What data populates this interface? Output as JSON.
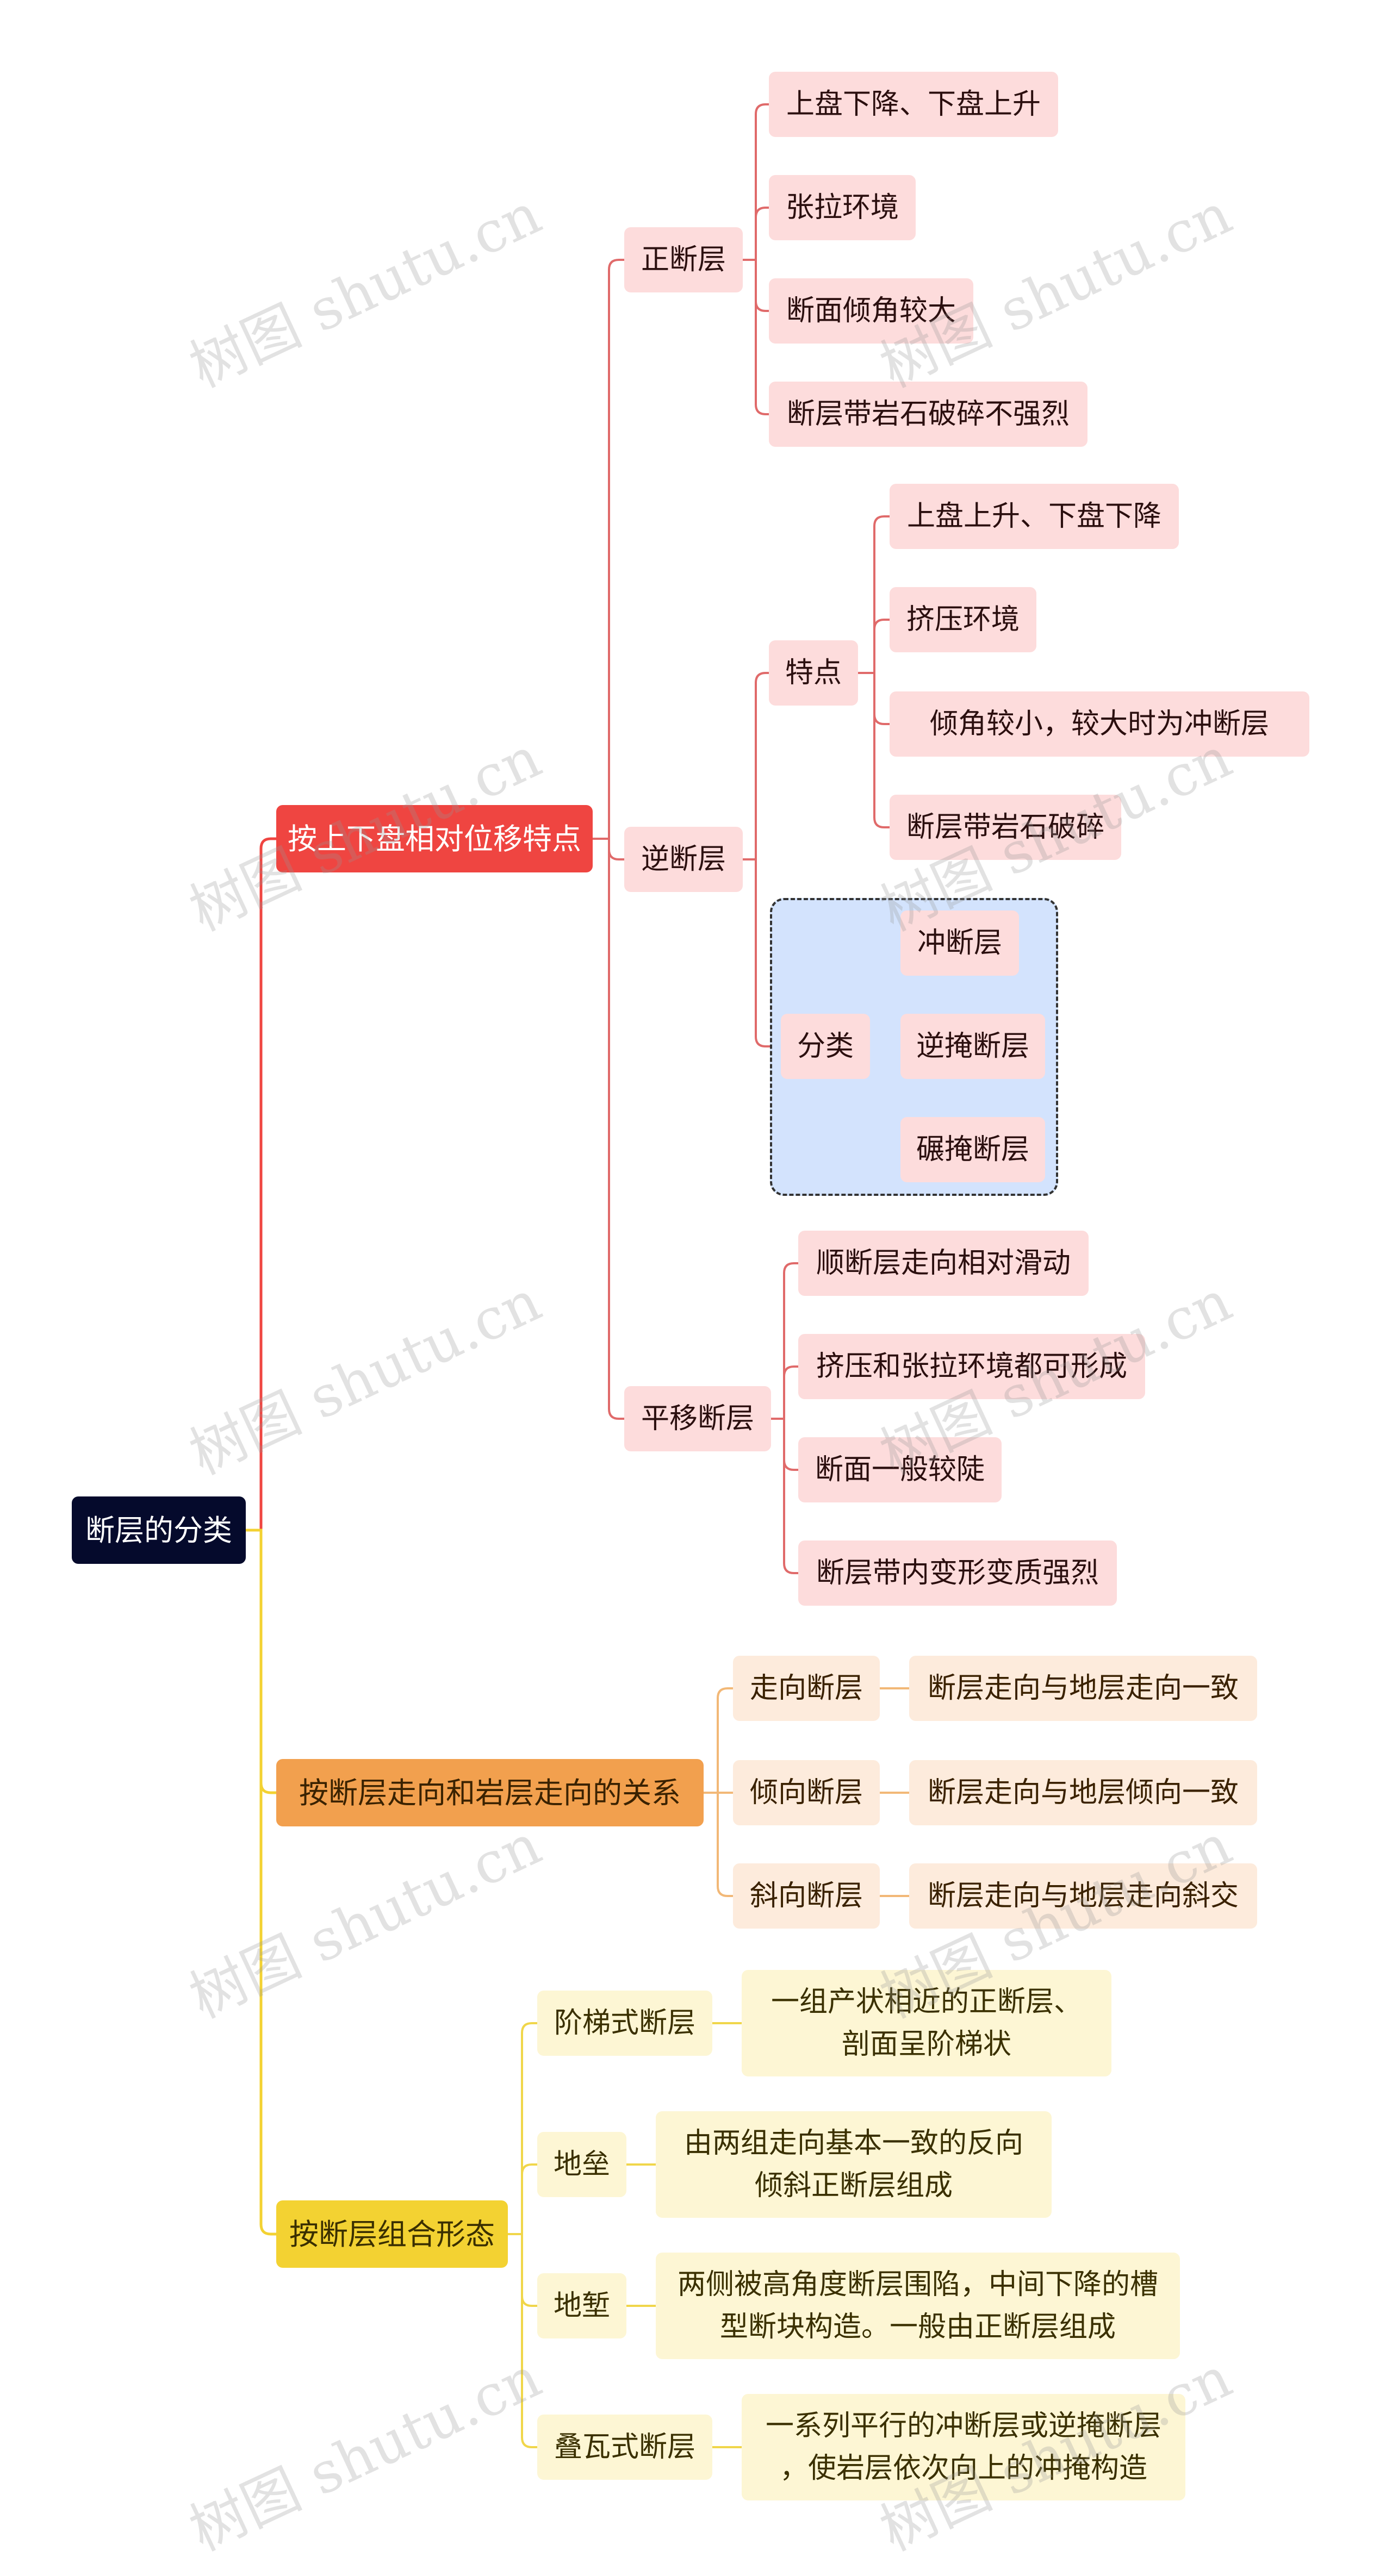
{
  "root": "断层的分类",
  "branches": [
    {
      "label": "按上下盘相对位移特点",
      "children": [
        {
          "label": "正断层",
          "children": [
            "上盘下降、下盘上升",
            "张拉环境",
            "断面倾角较大",
            "断层带岩石破碎不强烈"
          ]
        },
        {
          "label": "逆断层",
          "children": [
            {
              "label": "特点",
              "children": [
                "上盘上升、下盘下降",
                "挤压环境",
                "倾角较小，较大时为冲断层",
                "断层带岩石破碎"
              ]
            },
            {
              "label": "分类",
              "children": [
                "冲断层",
                "逆掩断层",
                "碾掩断层"
              ]
            }
          ]
        },
        {
          "label": "平移断层",
          "children": [
            "顺断层走向相对滑动",
            "挤压和张拉环境都可形成",
            "断面一般较陡",
            "断层带内变形变质强烈"
          ]
        }
      ]
    },
    {
      "label": "按断层走向和岩层走向的关系",
      "children": [
        {
          "label": "走向断层",
          "children": [
            "断层走向与地层走向一致"
          ]
        },
        {
          "label": "倾向断层",
          "children": [
            "断层走向与地层倾向一致"
          ]
        },
        {
          "label": "斜向断层",
          "children": [
            "断层走向与地层走向斜交"
          ]
        }
      ]
    },
    {
      "label": "按断层组合形态",
      "children": [
        {
          "label": "阶梯式断层",
          "children": [
            "一组产状相近的正断层、\n剖面呈阶梯状"
          ]
        },
        {
          "label": "地垒",
          "children": [
            "由两组走向基本一致的反向\n倾斜正断层组成"
          ]
        },
        {
          "label": "地堑",
          "children": [
            "两侧被高角度断层围陷，中间下降的槽\n型断块构造。一般由正断层组成"
          ]
        },
        {
          "label": "叠瓦式断层",
          "children": [
            "一系列平行的冲断层或逆掩断层\n，使岩层依次向上的冲掩构造"
          ]
        }
      ]
    }
  ],
  "watermark": "树图 shutu.cn",
  "colors": {
    "root_bg": "#050a2c",
    "red": "#ef4541",
    "red_line": "#e06a6a",
    "red_leaf_bg": "#fddcdc",
    "orange": "#f2a04e",
    "orange_line": "#f2b877",
    "orange_leaf_bg": "#fdebdc",
    "yellow": "#f3d232",
    "yellow_line": "#f0d64a",
    "yellow_leaf_bg": "#fdf6d4",
    "group_bg": "#d3e3fd"
  }
}
